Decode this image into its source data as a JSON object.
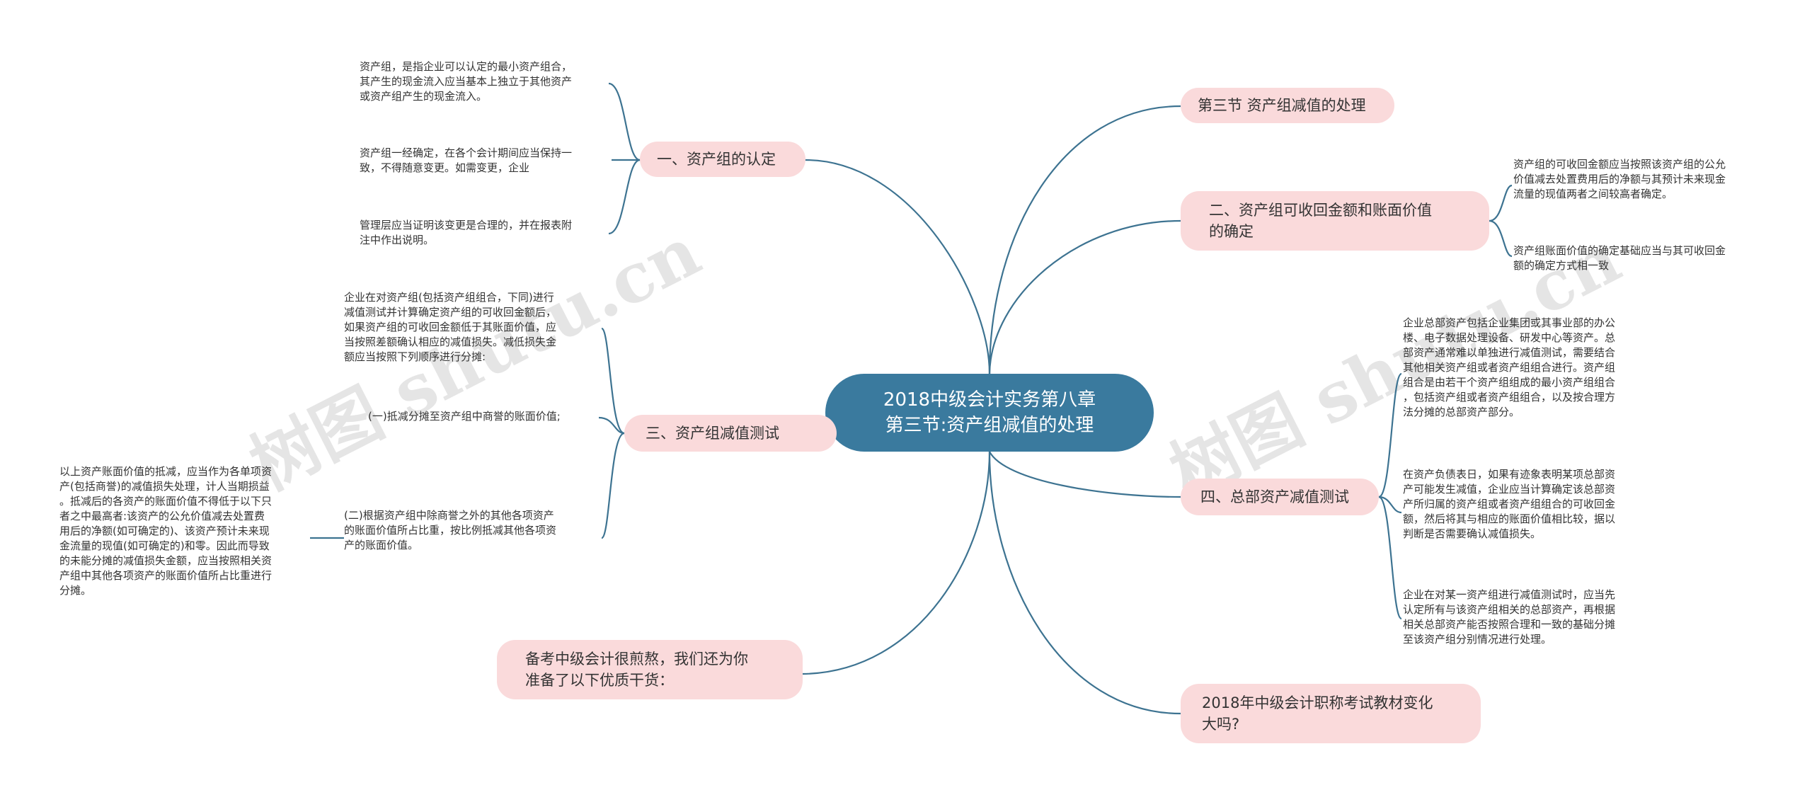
{
  "watermark": "树图 shutu.cn",
  "central": {
    "line1": "2018中级会计实务第八章",
    "line2": "第三节:资产组减值的处理"
  },
  "left_branches": {
    "b1": {
      "label": "一、资产组的认定",
      "notes": [
        [
          "资产组，是指企业可以认定的最小资产组合，",
          "其产生的现金流入应当基本上独立于其他资产",
          "或资产组产生的现金流入。"
        ],
        [
          "资产组一经确定，在各个会计期间应当保持一",
          "致，不得随意变更。如需变更，企业"
        ],
        [
          "管理层应当证明该变更是合理的，并在报表附",
          "注中作出说明。"
        ]
      ]
    },
    "b3": {
      "label": "三、资产组减值测试",
      "notes": [
        [
          "企业在对资产组(包括资产组组合，下同)进行",
          "减值测试并计算确定资产组的可收回金额后，",
          "如果资产组的可收回金额低于其账面价值，应",
          "当按照差额确认相应的减值损失。减低损失金",
          "额应当按照下列顺序进行分摊:"
        ],
        [
          "(一)抵减分摊至资产组中商誉的账面价值;"
        ],
        [
          "(二)根据资产组中除商誉之外的其他各项资产",
          "的账面价值所占比重，按比例抵减其他各项资",
          "产的账面价值。"
        ]
      ],
      "sub_note": [
        "以上资产账面价值的抵减，应当作为各单项资",
        "产(包括商誉)的减值损失处理，计人当期损益",
        "。抵减后的各资产的账面价值不得低于以下只",
        "者之中最高者:该资产的公允价值减去处置费",
        "用后的净额(如可确定的)、该资产预计未来现",
        "金流量的现值(如可确定的)和零。因此而导致",
        "的未能分摊的减值损失金额，应当按照相关资",
        "产组中其他各项资产的账面价值所占比重进行",
        "分摊。"
      ]
    },
    "b5": {
      "line1": "备考中级会计很煎熬，我们还为你",
      "line2": "准备了以下优质干货："
    }
  },
  "right_branches": {
    "r1": {
      "label": "第三节 资产组减值的处理"
    },
    "r2": {
      "line1": "二、资产组可收回金额和账面价值",
      "line2": "的确定",
      "notes": [
        [
          "资产组的可收回金额应当按照该资产组的公允",
          "价值减去处置费用后的净额与其预计未来现金",
          "流量的现值两者之间较高者确定。"
        ],
        [
          "资产组账面价值的确定基础应当与其可收回金",
          "额的确定方式相一致"
        ]
      ]
    },
    "r4": {
      "label": "四、总部资产减值测试",
      "notes": [
        [
          "企业总部资产包括企业集团或其事业部的办公",
          "楼、电子数据处理设备、研发中心等资产。总",
          "部资产通常难以单独进行减值测试，需要结合",
          "其他相关资产组或者资产组组合进行。资产组",
          "组合是由若干个资产组组成的最小资产组组合",
          "，包括资产组或者资产组组合，以及按合理方",
          "法分摊的总部资产部分。"
        ],
        [
          "在资产负债表日，如果有迹象表明某项总部资",
          "产可能发生减值，企业应当计算确定该总部资",
          "产所归属的资产组或者资产组组合的可收回金",
          "额，然后将其与相应的账面价值相比较，据以",
          "判断是否需要确认减值损失。"
        ],
        [
          "企业在对某一资产组进行减值测试时，应当先",
          "认定所有与该资产组相关的总部资产，再根据",
          "相关总部资产能否按照合理和一致的基础分摊",
          "至该资产组分别情况进行处理。"
        ]
      ]
    },
    "r5": {
      "line1": "2018年中级会计职称考试教材变化",
      "line2": "大吗?"
    }
  },
  "colors": {
    "central_fill": "#3a7a9e",
    "branch_fill": "#fadadb",
    "link": "#3d7391"
  }
}
